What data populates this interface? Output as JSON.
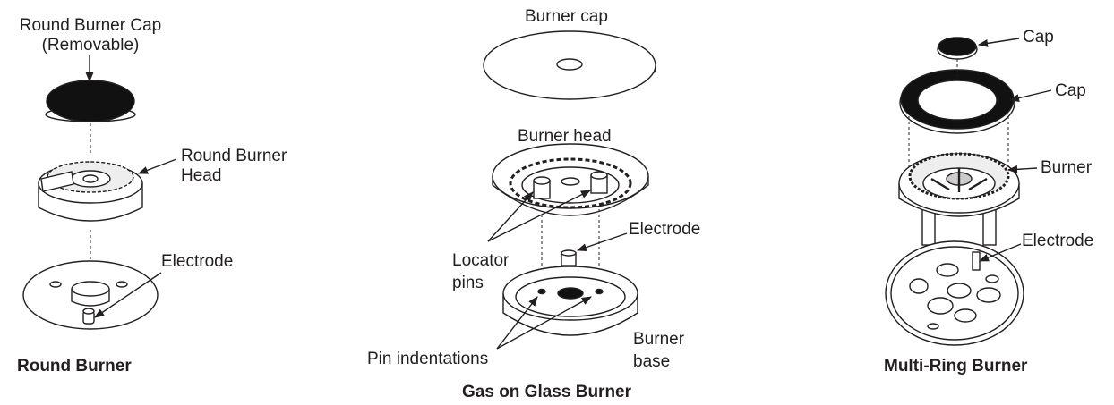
{
  "round_burner": {
    "cap_label_line1": "Round Burner Cap",
    "cap_label_line2": "(Removable)",
    "head_label_line1": "Round Burner",
    "head_label_line2": "Head",
    "electrode_label": "Electrode",
    "title": "Round Burner"
  },
  "gas_on_glass_burner": {
    "cap_label": "Burner cap",
    "head_label": "Burner head",
    "electrode_label": "Electrode",
    "locator_pins_line1": "Locator",
    "locator_pins_line2": "pins",
    "pin_indentations_label": "Pin indentations",
    "base_label_line1": "Burner",
    "base_label_line2": "base",
    "title": "Gas on Glass Burner"
  },
  "multi_ring_burner": {
    "cap_small_label": "Cap",
    "cap_ring_label": "Cap",
    "burner_label": "Burner",
    "electrode_label": "Electrode",
    "title": "Multi-Ring Burner"
  },
  "colors": {
    "ink": "#231f20",
    "fill": "#ffffff"
  }
}
